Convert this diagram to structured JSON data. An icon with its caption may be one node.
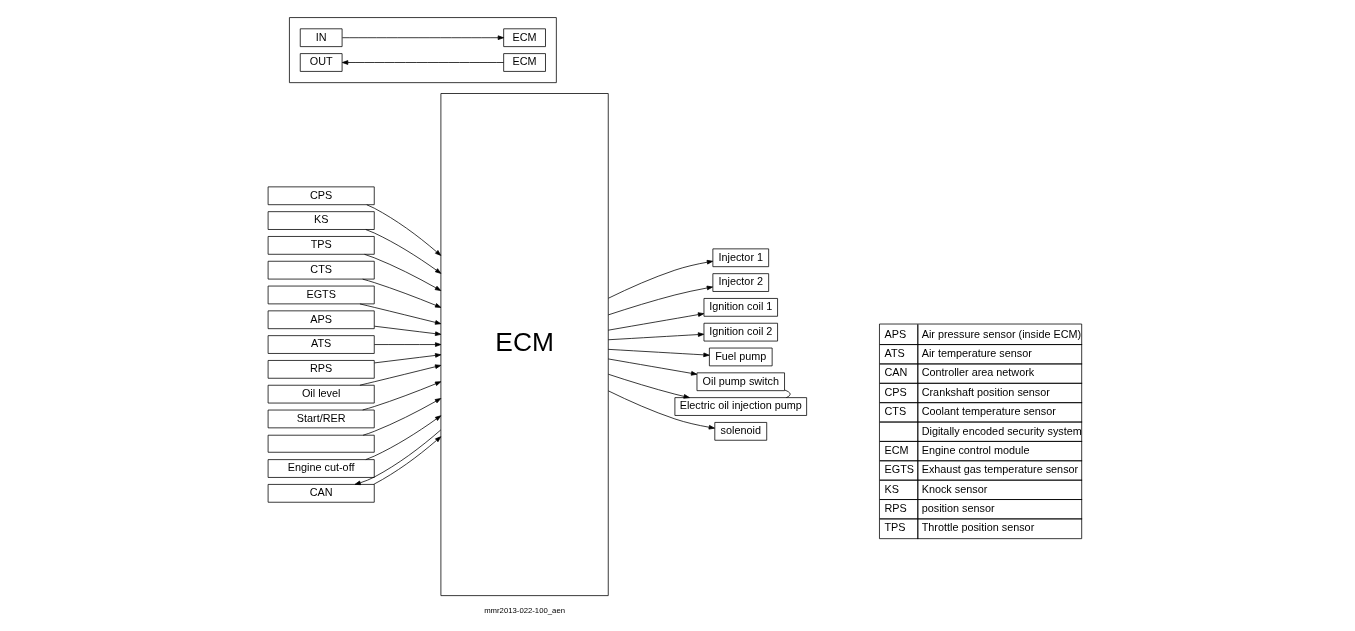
{
  "diagram": {
    "nodes": [
      {
        "text": [
          "CPS"
        ]
      },
      {
        "text": [
          "KS"
        ]
      },
      {
        "text": [
          "TPS"
        ]
      },
      {
        "text": [
          "CTS"
        ]
      },
      {
        "text": [
          "EGTS"
        ]
      },
      {
        "text": [
          "APS"
        ]
      },
      {
        "text": [
          "ATS"
        ]
      },
      {
        "text": [
          "RPS"
        ]
      },
      {
        "text": [
          "Oil level"
        ]
      },
      {
        "text": [
          "Start/RER"
        ]
      },
      {
        "text": [],
        "shape": "box"
      },
      {
        "text": [
          "Engine cut-off"
        ]
      },
      {
        "text": [
          "CAN"
        ]
      },
      {
        "text": [
          "ECM"
        ]
      },
      {
        "text": [
          "Injector 1"
        ]
      },
      {
        "text": [
          "Injector 2"
        ]
      },
      {
        "text": [
          "Ignition coil 1"
        ]
      },
      {
        "text": [
          "Ignition coil 2"
        ]
      },
      {
        "text": [
          "Fuel pump"
        ]
      },
      {
        "text": [
          "Oil pump switch"
        ]
      },
      {
        "text": [
          "Electric oil injection pump"
        ]
      },
      {
        "text": [
          "solenoid"
        ]
      },
      {
        "text": [],
        "shape": "box"
      },
      {
        "text": [
          "IN"
        ],
        "in": 22
      },
      {
        "text": [
          "ECM"
        ],
        "in": 22
      },
      {
        "text": [
          "OUT"
        ],
        "in": 22
      },
      {
        "text": [
          "ECM"
        ],
        "in": 22
      }
    ],
    "edges": [
      {
        "from": 0,
        "to": 13,
        "arrow": "to"
      },
      {
        "from": 1,
        "to": 13,
        "arrow": "to"
      },
      {
        "from": 2,
        "to": 13,
        "arrow": "to"
      },
      {
        "from": 3,
        "to": 13,
        "arrow": "to"
      },
      {
        "from": 4,
        "to": 13,
        "arrow": "to"
      },
      {
        "from": 5,
        "to": 13,
        "arrow": "to"
      },
      {
        "from": 6,
        "to": 13,
        "arrow": "to"
      },
      {
        "from": 7,
        "to": 13,
        "arrow": "to"
      },
      {
        "from": 8,
        "to": 13,
        "arrow": "to"
      },
      {
        "from": 9,
        "to": 13,
        "arrow": "to"
      },
      {
        "from": 10,
        "to": 13,
        "arrow": "to"
      },
      {
        "from": 11,
        "to": 13,
        "arrow": "to"
      },
      {
        "from": 12,
        "to": 13,
        "arrow": "to"
      },
      {
        "from": 13,
        "to": 12,
        "arrow": "to"
      },
      {
        "from": 13,
        "to": 14,
        "arrow": "to"
      },
      {
        "from": 13,
        "to": 15,
        "arrow": "to"
      },
      {
        "from": 13,
        "to": 16,
        "arrow": "to"
      },
      {
        "from": 13,
        "to": 17,
        "arrow": "to"
      },
      {
        "from": 13,
        "to": 18,
        "arrow": "to"
      },
      {
        "from": 13,
        "to": 19,
        "arrow": "to"
      },
      {
        "from": 13,
        "to": 20,
        "arrow": "to"
      },
      {
        "from": 13,
        "to": 21,
        "arrow": "to"
      },
      {
        "from": 19,
        "to": 20,
        "arrow": "none"
      },
      {
        "from": 23,
        "to": 24,
        "arrow": "to"
      },
      {
        "from": 26,
        "to": 25,
        "arrow": "to"
      }
    ],
    "labels": [
      "APS",
      "Air pressure sensor (inside ECM)",
      "ATS",
      "Air temperature sensor",
      "CAN",
      "Controller area network",
      "CPS",
      "Crankshaft position sensor",
      "CTS",
      "Coolant temperature sensor",
      "Digitally encoded security system",
      "ECM",
      "Engine control module",
      "EGTS",
      "Exhaust gas temperature sensor",
      "KS",
      "Knock sensor",
      "RPS",
      "position sensor",
      "TPS",
      "Throttle position sensor",
      "mmr2013-022-100_aen"
    ]
  }
}
